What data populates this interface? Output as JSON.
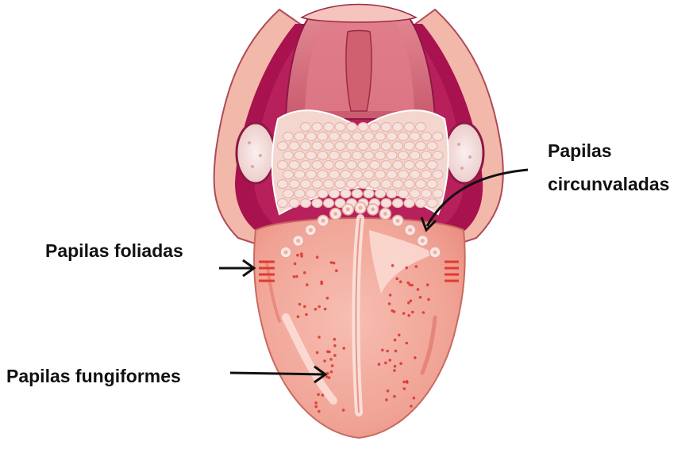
{
  "labels": {
    "circunvaladas": {
      "line1": "Papilas",
      "line2": "circunvaladas"
    },
    "foliadas": "Papilas foliadas",
    "fungiformes": "Papilas fungiformes"
  },
  "colors": {
    "tongue_base": "#f2a79a",
    "tongue_light": "#f8c9bf",
    "throat_dark": "#a8124e",
    "throat_mid": "#c8487a",
    "palate": "#d9717f",
    "papilla_red": "#e23a2e",
    "lingual_tonsil": "#f3d7cf"
  }
}
